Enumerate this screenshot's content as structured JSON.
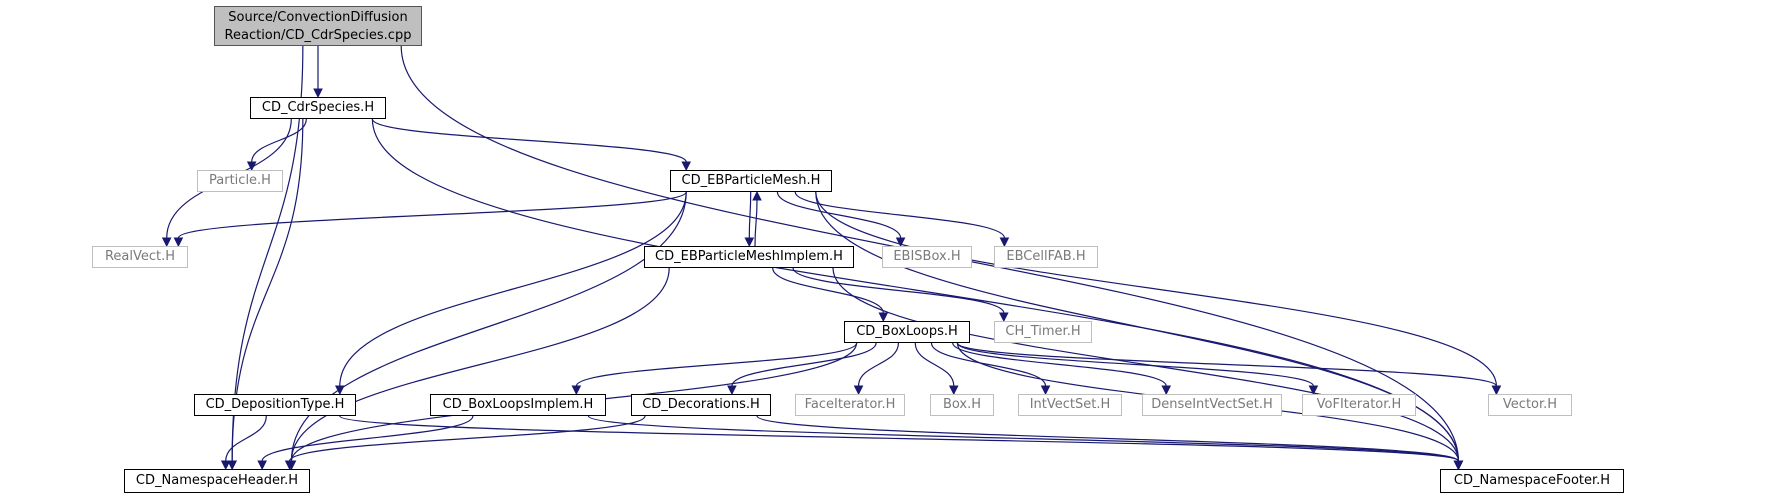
{
  "root": {
    "line1": "Source/ConvectionDiffusion",
    "line2": "Reaction/CD_CdrSpecies.cpp"
  },
  "nodes": {
    "cdr_species_h": "CD_CdrSpecies.H",
    "particle_h": "Particle.H",
    "realvect_h": "RealVect.H",
    "eb_particle_mesh_h": "CD_EBParticleMesh.H",
    "eb_particle_mesh_implem_h": "CD_EBParticleMeshImplem.H",
    "ebisbox_h": "EBISBox.H",
    "ebcellfab_h": "EBCellFAB.H",
    "boxloops_h": "CD_BoxLoops.H",
    "ch_timer_h": "CH_Timer.H",
    "deposition_type_h": "CD_DepositionType.H",
    "boxloops_implem_h": "CD_BoxLoopsImplem.H",
    "decorations_h": "CD_Decorations.H",
    "faceiterator_h": "FaceIterator.H",
    "box_h": "Box.H",
    "intvectset_h": "IntVectSet.H",
    "denseintvectset_h": "DenseIntVectSet.H",
    "vofiterator_h": "VoFIterator.H",
    "vector_h": "Vector.H",
    "namespace_header_h": "CD_NamespaceHeader.H",
    "namespace_footer_h": "CD_NamespaceFooter.H"
  },
  "edges": [
    [
      "root",
      "cdr_species_h"
    ],
    [
      "root",
      "namespace_header_h"
    ],
    [
      "root",
      "namespace_footer_h"
    ],
    [
      "cdr_species_h",
      "particle_h"
    ],
    [
      "cdr_species_h",
      "realvect_h"
    ],
    [
      "cdr_species_h",
      "eb_particle_mesh_h"
    ],
    [
      "cdr_species_h",
      "namespace_header_h"
    ],
    [
      "cdr_species_h",
      "namespace_footer_h"
    ],
    [
      "eb_particle_mesh_h",
      "realvect_h"
    ],
    [
      "eb_particle_mesh_h",
      "eb_particle_mesh_implem_h"
    ],
    [
      "eb_particle_mesh_h",
      "ebisbox_h"
    ],
    [
      "eb_particle_mesh_h",
      "ebcellfab_h"
    ],
    [
      "eb_particle_mesh_h",
      "deposition_type_h"
    ],
    [
      "eb_particle_mesh_h",
      "vector_h"
    ],
    [
      "eb_particle_mesh_h",
      "namespace_header_h"
    ],
    [
      "eb_particle_mesh_h",
      "namespace_footer_h"
    ],
    [
      "eb_particle_mesh_implem_h",
      "eb_particle_mesh_h"
    ],
    [
      "eb_particle_mesh_implem_h",
      "boxloops_h"
    ],
    [
      "eb_particle_mesh_implem_h",
      "ch_timer_h"
    ],
    [
      "eb_particle_mesh_implem_h",
      "namespace_header_h"
    ],
    [
      "eb_particle_mesh_implem_h",
      "namespace_footer_h"
    ],
    [
      "boxloops_h",
      "boxloops_implem_h"
    ],
    [
      "boxloops_h",
      "decorations_h"
    ],
    [
      "boxloops_h",
      "faceiterator_h"
    ],
    [
      "boxloops_h",
      "box_h"
    ],
    [
      "boxloops_h",
      "intvectset_h"
    ],
    [
      "boxloops_h",
      "denseintvectset_h"
    ],
    [
      "boxloops_h",
      "vofiterator_h"
    ],
    [
      "boxloops_h",
      "vector_h"
    ],
    [
      "boxloops_h",
      "namespace_header_h"
    ],
    [
      "boxloops_h",
      "namespace_footer_h"
    ],
    [
      "deposition_type_h",
      "namespace_header_h"
    ],
    [
      "deposition_type_h",
      "namespace_footer_h"
    ],
    [
      "boxloops_implem_h",
      "namespace_header_h"
    ],
    [
      "boxloops_implem_h",
      "namespace_footer_h"
    ],
    [
      "decorations_h",
      "namespace_header_h"
    ],
    [
      "decorations_h",
      "namespace_footer_h"
    ]
  ],
  "colors": {
    "edge": "#191970",
    "root_fill": "#bfbfbf",
    "doc_border": "#000000",
    "ext_border": "#bfbfbf",
    "ext_text": "#7a7a7a"
  }
}
